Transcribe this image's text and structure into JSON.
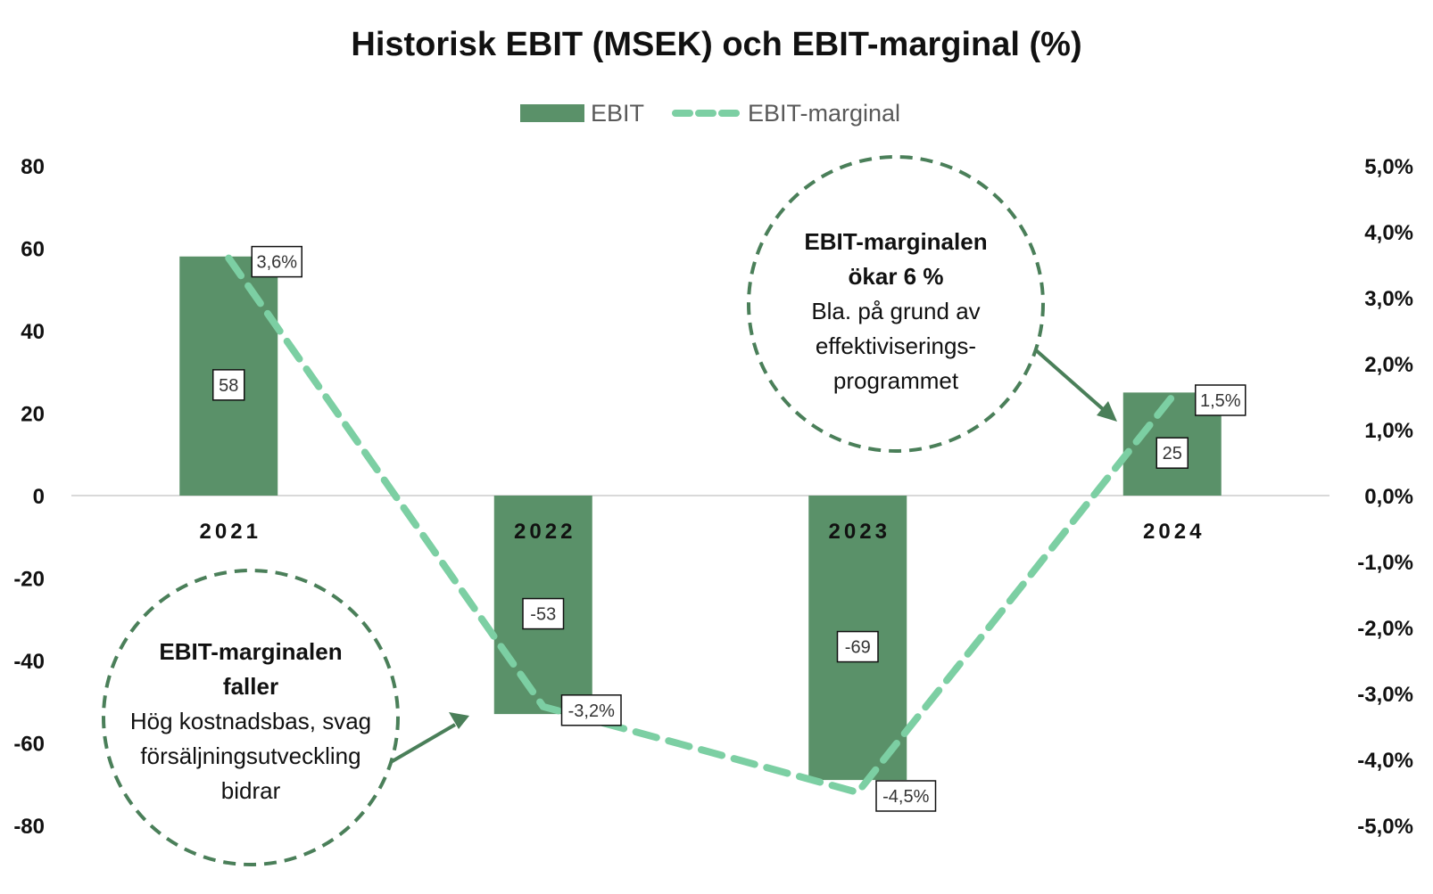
{
  "chart_data": {
    "type": "bar",
    "title": "Historisk EBIT (MSEK) och EBIT-marginal (%)",
    "categories": [
      "2021",
      "2022",
      "2023",
      "2024"
    ],
    "series": [
      {
        "name": "EBIT",
        "type": "bar",
        "axis": "left",
        "values": [
          58,
          -53,
          -69,
          25
        ],
        "labels": [
          "58",
          "-53",
          "-69",
          "25"
        ]
      },
      {
        "name": "EBIT-marginal",
        "type": "line",
        "axis": "right",
        "style": "dashed",
        "values": [
          3.6,
          -3.2,
          -4.5,
          1.5
        ],
        "labels": [
          "3,6%",
          "-3,2%",
          "-4,5%",
          "1,5%"
        ]
      }
    ],
    "ylim_left": [
      -80,
      80
    ],
    "ylim_right": [
      -5,
      5
    ],
    "yticks_left": [
      "80",
      "60",
      "40",
      "20",
      "0",
      "-20",
      "-40",
      "-60",
      "-80"
    ],
    "yticks_right": [
      "5,0%",
      "4,0%",
      "3,0%",
      "2,0%",
      "1,0%",
      "0,0%",
      "-1,0%",
      "-2,0%",
      "-3,0%",
      "-4,0%",
      "-5,0%"
    ],
    "legend": "top-center",
    "grid": false,
    "colors": {
      "bar": "#5a9169",
      "line": "#7ccfa3",
      "annotation": "#4a7f59"
    },
    "annotations": [
      {
        "bold_lines": [
          "EBIT-marginalen",
          "faller"
        ],
        "lines": [
          "Hög kostnadsbas, svag",
          "försäljningsutveckling",
          "bidrar"
        ]
      },
      {
        "bold_lines": [
          "EBIT-marginalen",
          "ökar 6 %"
        ],
        "lines": [
          "Bla. på grund av",
          "effektiviserings-",
          "programmet"
        ]
      }
    ]
  }
}
